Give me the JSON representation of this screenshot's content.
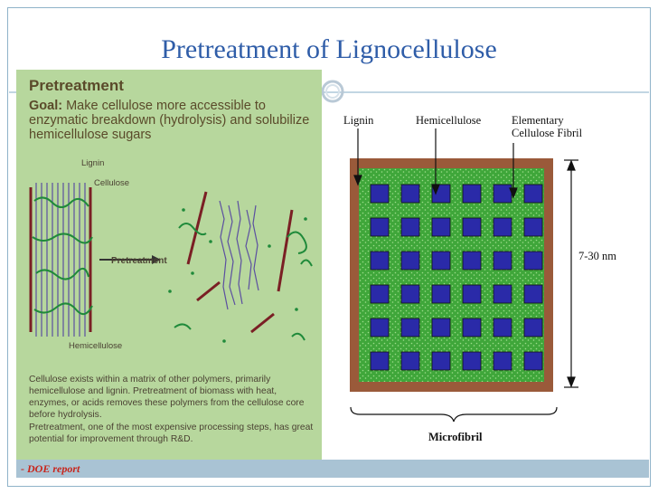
{
  "slide": {
    "title": "Pretreatment of Lignocellulose",
    "source": "- DOE report"
  },
  "left_panel": {
    "heading": "Pretreatment",
    "goal_label": "Goal:",
    "goal_text": "Make cellulose more accessible to enzymatic breakdown (hydrolysis) and solubilize hemicellulose sugars",
    "labels": {
      "lignin": "Lignin",
      "cellulose": "Cellulose",
      "hemicellulose": "Hemicellulose",
      "arrow": "Pretreatment"
    },
    "body1": "Cellulose exists within a matrix of other polymers, primarily hemicellulose and lignin. Pretreatment of biomass with heat, enzymes, or acids removes these polymers from the cellulose core before hydrolysis.",
    "body2": "Pretreatment, one of the most expensive processing steps, has great potential for improvement through R&D."
  },
  "right_diagram": {
    "labels": {
      "lignin": "Lignin",
      "hemicellulose": "Hemicellulose",
      "fibril": "Elementary Cellulose Fibril",
      "size": "7-30 nm",
      "microfibril": "Microfibril"
    },
    "grid": {
      "rows": 6,
      "cols": 6
    },
    "colors": {
      "lignin": "#9a5a3a",
      "hemicellulose": "#3fa63a",
      "cellulose": "#2a2aa8"
    }
  }
}
